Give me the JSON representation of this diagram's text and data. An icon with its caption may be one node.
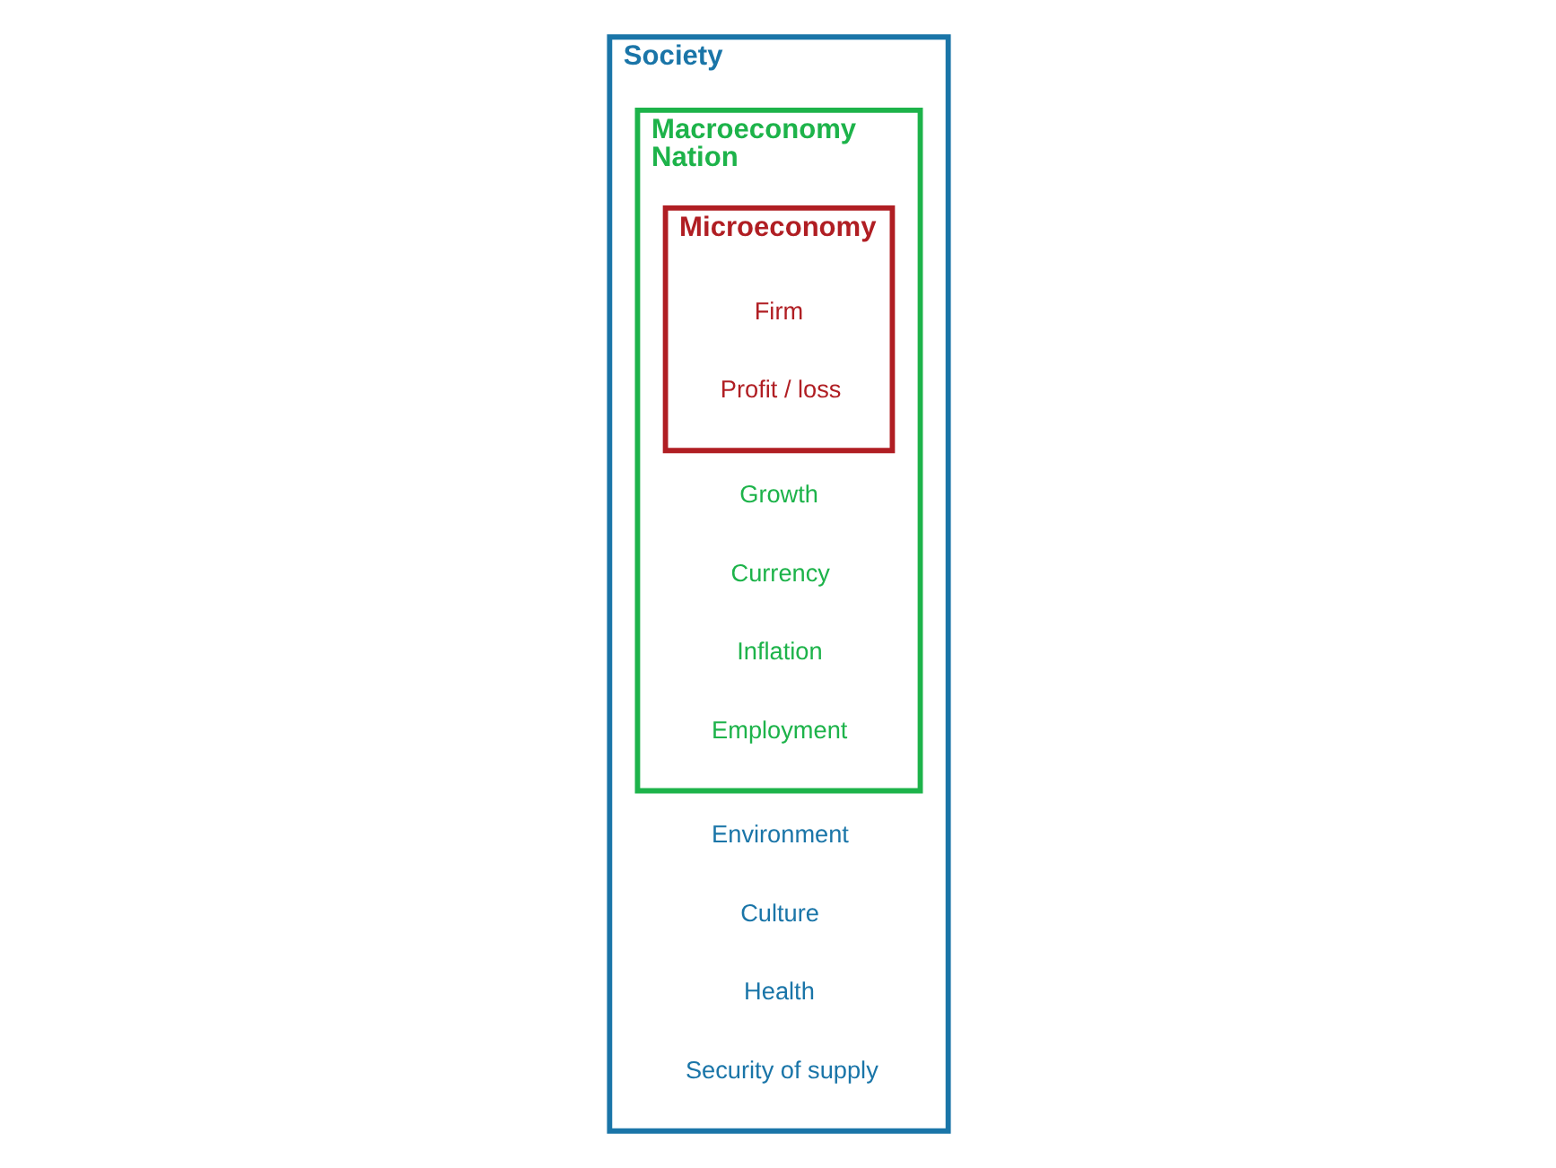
{
  "diagram": {
    "nodes": [
      {
        "text": [
          "Society",
          "Environment",
          "Culture",
          "Health",
          "Security of supply"
        ]
      },
      {
        "text": [
          "Macroeconomy",
          "Nation",
          "Growth",
          "Currency",
          "Inflation",
          "Employment"
        ],
        "in": 0
      },
      {
        "text": [
          "Microeconomy",
          "Firm",
          "Profit / loss"
        ],
        "in": 1
      }
    ]
  }
}
